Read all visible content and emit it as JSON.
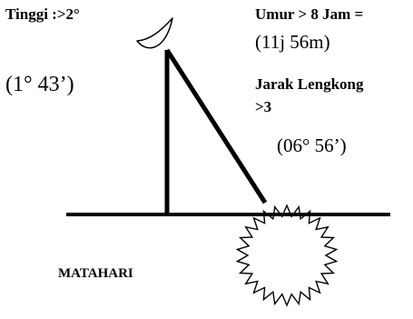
{
  "labels": {
    "tinggi_title": "Tinggi :>2°",
    "tinggi_value": "(1° 43’)",
    "umur_title": "Umur > 8 Jam =",
    "umur_value": "(11j 56m)",
    "jarak_title_line1": "Jarak Lengkong",
    "jarak_title_line2": ">3",
    "jarak_value": "(06° 56’)",
    "matahari": "MATAHARI"
  },
  "icons": [
    "crescent-moon-icon",
    "sun-icon"
  ],
  "colors": {
    "ink": "#000000",
    "background": "#ffffff"
  }
}
